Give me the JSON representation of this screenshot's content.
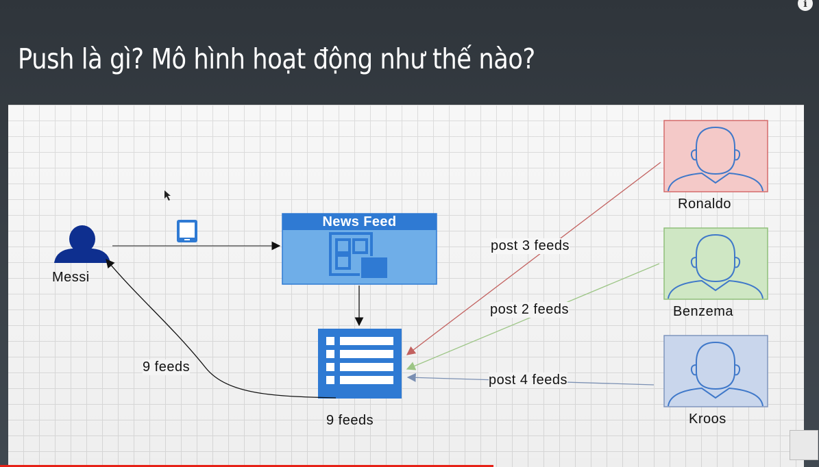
{
  "slide": {
    "title": "Push là gì? Mô hình hoạt động như thế nào?"
  },
  "diagram": {
    "messi_label": "Messi",
    "news_feed_label": "News Feed",
    "feeds_store_label": "9 feeds",
    "return_edge_label": "9 feeds",
    "users": [
      {
        "name": "Ronaldo",
        "edge_label": "post 3 feeds",
        "color": "#f4c9c8",
        "border": "#d46a6a",
        "line": "#c2615f"
      },
      {
        "name": "Benzema",
        "edge_label": "post 2 feeds",
        "color": "#cfe7c4",
        "border": "#8fbf7a",
        "line": "#9cc585"
      },
      {
        "name": "Kroos",
        "edge_label": "post 4 feeds",
        "color": "#c9d6ec",
        "border": "#7f95bd",
        "line": "#7a8fb2"
      }
    ]
  },
  "colors": {
    "accent_blue": "#2f7ad3",
    "news_feed_body": "#6faee8",
    "messi_icon": "#0e2f8f"
  },
  "icons": [
    "info-icon",
    "user-icon",
    "tablet-icon",
    "news-feed-icon",
    "list-icon",
    "avatar-icon",
    "cursor-icon"
  ]
}
